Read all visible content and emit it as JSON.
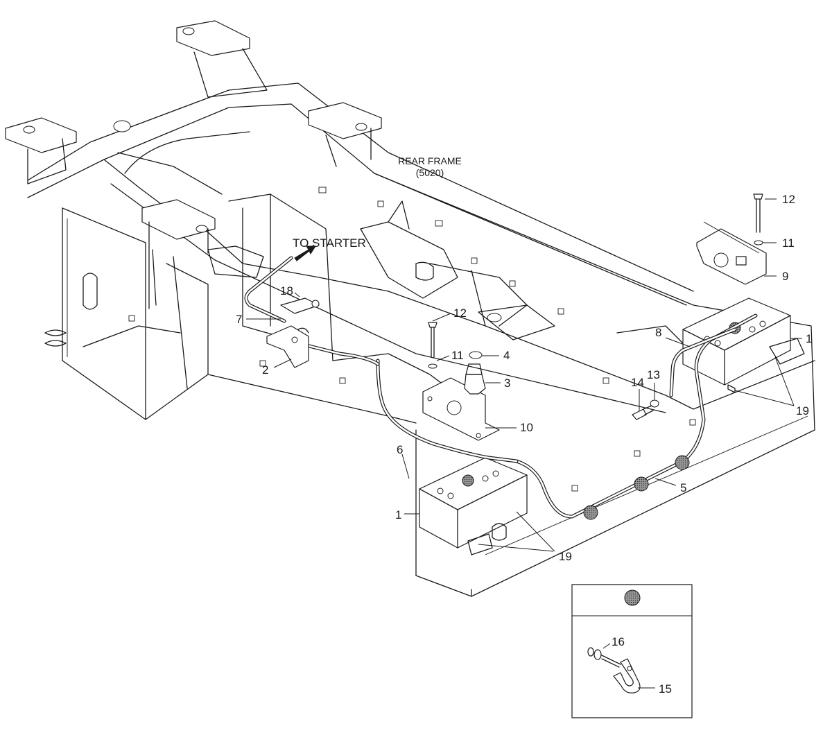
{
  "frame_label": {
    "line1": "REAR FRAME",
    "line2": "(5020)"
  },
  "starter_label": "TO STARTER",
  "callouts": [
    {
      "id": "c12-top",
      "text": "12"
    },
    {
      "id": "c11-top",
      "text": "11"
    },
    {
      "id": "c9",
      "text": "9"
    },
    {
      "id": "c1-right",
      "text": "1"
    },
    {
      "id": "c8",
      "text": "8"
    },
    {
      "id": "c13",
      "text": "13"
    },
    {
      "id": "c14",
      "text": "14"
    },
    {
      "id": "c19-right",
      "text": "19"
    },
    {
      "id": "c12-mid",
      "text": "12"
    },
    {
      "id": "c11-mid",
      "text": "11"
    },
    {
      "id": "c4",
      "text": "4"
    },
    {
      "id": "c3",
      "text": "3"
    },
    {
      "id": "c10",
      "text": "10"
    },
    {
      "id": "c18",
      "text": "18"
    },
    {
      "id": "c7",
      "text": "7"
    },
    {
      "id": "c2",
      "text": "2"
    },
    {
      "id": "c6",
      "text": "6"
    },
    {
      "id": "c5",
      "text": "5"
    },
    {
      "id": "c1-left",
      "text": "1"
    },
    {
      "id": "c19-left",
      "text": "19"
    },
    {
      "id": "c16",
      "text": "16"
    },
    {
      "id": "c15",
      "text": "15"
    }
  ]
}
